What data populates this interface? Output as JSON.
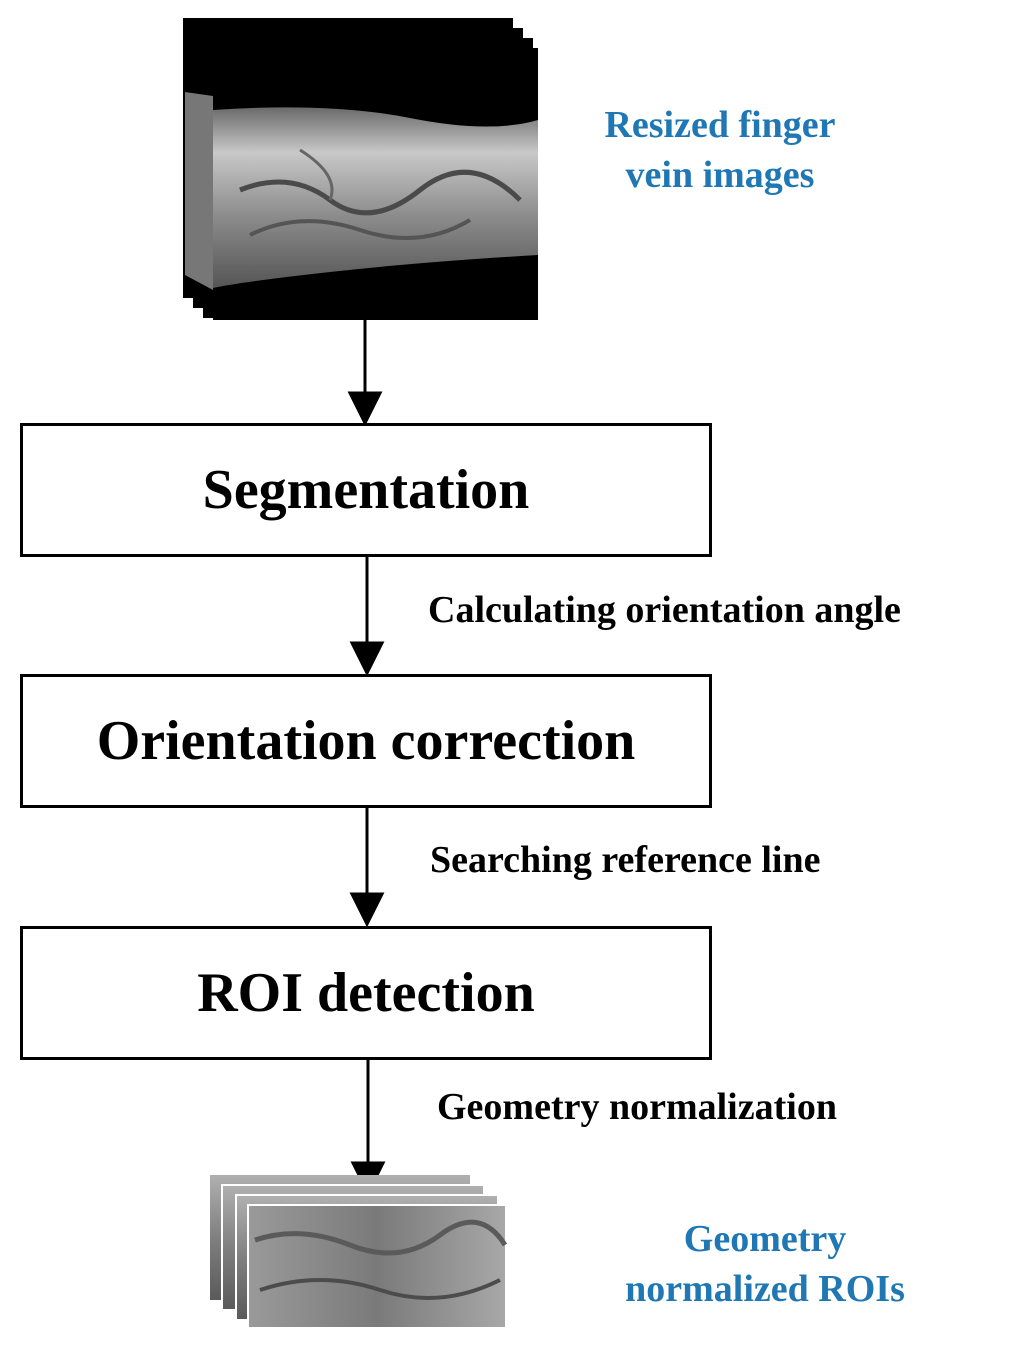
{
  "colors": {
    "caption": "#1f77b4",
    "text": "#000000"
  },
  "input_caption": {
    "line1": "Resized finger",
    "line2": "vein images"
  },
  "output_caption": {
    "line1": "Geometry",
    "line2": "normalized ROIs"
  },
  "steps": [
    {
      "label": "Segmentation"
    },
    {
      "label": "Orientation correction"
    },
    {
      "label": "ROI detection"
    }
  ],
  "transitions": [
    {
      "label": "Calculating orientation angle"
    },
    {
      "label": "Searching reference line"
    },
    {
      "label": "Geometry normalization"
    }
  ]
}
